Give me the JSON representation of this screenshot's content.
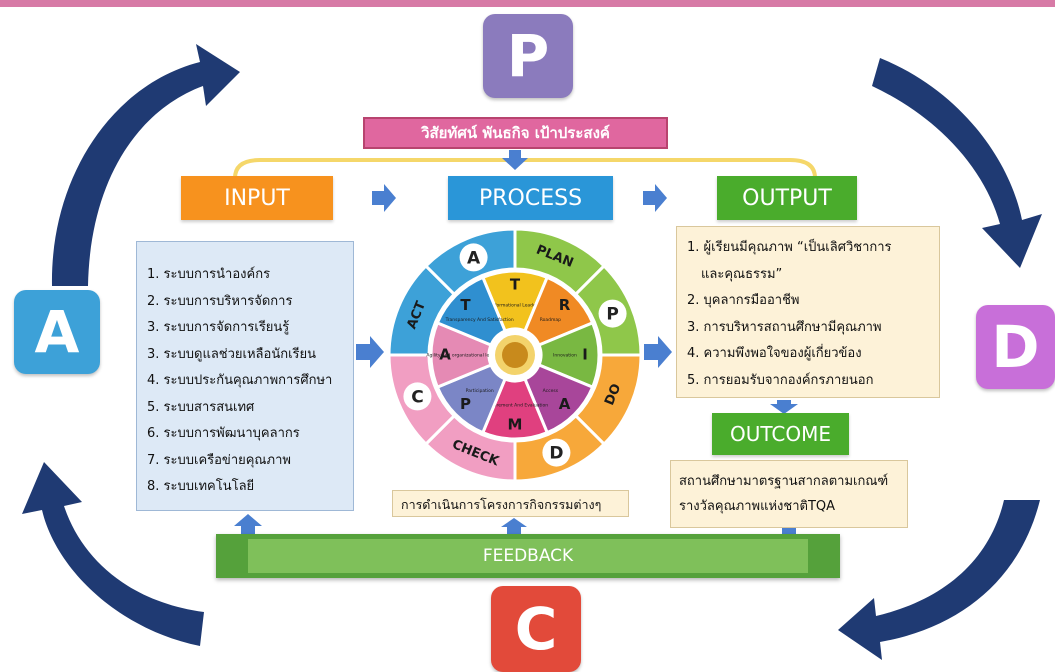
{
  "pdca": {
    "p": "P",
    "a": "A",
    "d": "D",
    "c": "C"
  },
  "vision": "วิสัยทัศน์ พันธกิจ เป้าประสงค์",
  "headers": {
    "input": "INPUT",
    "process": "PROCESS",
    "output": "OUTPUT",
    "outcome": "OUTCOME"
  },
  "input_items": [
    "1. ระบบการนำองค์กร",
    "2. ระบบการบริหารจัดการ",
    "3. ระบบการจัดการเรียนรู้",
    "3. ระบบดูแลช่วยเหลือนักเรียน",
    "4. ระบบประกันคุณภาพการศึกษา",
    "5. ระบบสารสนเทศ",
    "6. ระบบการพัฒนาบุคลากร",
    "7. ระบบเครือข่ายคุณภาพ",
    "8. ระบบเทคโนโลยี"
  ],
  "output_items": [
    "1. ผู้เรียนมีคุณภาพ “เป็นเลิศวิชาการ",
    "และคุณธรรม”",
    "2. บุคลากรมืออาชีพ",
    "3. การบริหารสถานศึกษามีคุณภาพ",
    "4. ความพึงพอใจของผู้เกี่ยวข้อง",
    "5. การยอมรับจากองค์กรภายนอก"
  ],
  "outcome_items": [
    "สถานศึกษามาตรฐานสากลตามเกณฑ์",
    "รางวัลคุณภาพแห่งชาติTQA"
  ],
  "activity": "การดำเนินการโครงการกิจกรรมต่างๆ",
  "feedback": "FEEDBACK",
  "wheel": {
    "outer_labels": [
      "PLAN",
      "P",
      "DO",
      "D",
      "CHECK",
      "C",
      "ACT",
      "A"
    ],
    "inner_letters": [
      "T",
      "R",
      "I",
      "A",
      "M",
      "P",
      "A",
      "T"
    ],
    "inner_titles": [
      "Transformational Leadership",
      "Roadmap",
      "Innovation",
      "Access",
      "Measurement And Evaluation",
      "Participation",
      "Agility and organizational learning",
      "Transparency And Satisfaction"
    ]
  },
  "colors": {
    "plan": "#8fc74a",
    "do": "#f7a83a",
    "check": "#f19ec2",
    "act": "#3da1d8",
    "t1": "#f2c21d",
    "r": "#f08a24",
    "i": "#79b842",
    "a1": "#a8469a",
    "m": "#e0407f",
    "p2": "#7b86c6",
    "a2": "#e58ab4",
    "t2": "#2f8fd0"
  }
}
